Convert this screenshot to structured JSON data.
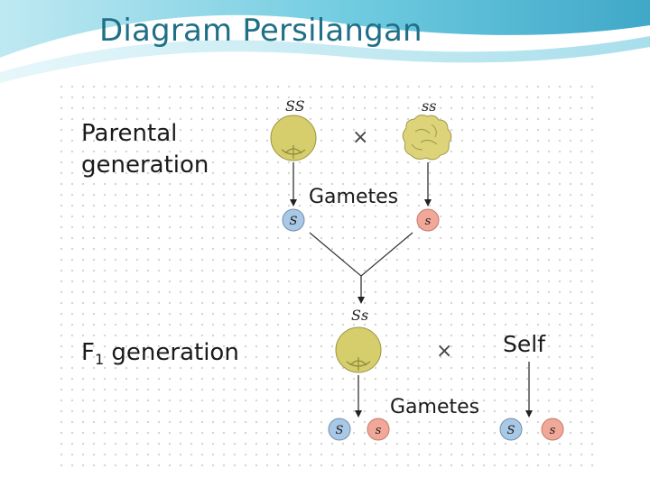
{
  "slide": {
    "title": "Diagram Persilangan"
  },
  "diagram": {
    "parental": {
      "label_line1": "Parental",
      "label_line2": "generation",
      "left_genotype": "SS",
      "right_genotype": "ss",
      "cross_symbol": "×",
      "gametes_label": "Gametes",
      "left_gamete": "S",
      "right_gamete": "s"
    },
    "f1": {
      "label_prefix": "F",
      "label_subscript": "1",
      "label_suffix": " generation",
      "genotype": "Ss",
      "cross_symbol": "×",
      "self_label": "Self",
      "gametes_label": "Gametes",
      "gametes_left": [
        "S",
        "s"
      ],
      "gametes_right": [
        "S",
        "s"
      ]
    },
    "colors": {
      "round_pea": "#d6cd6c",
      "wrinkled_pea": "#ddd47a",
      "dominant_gamete": "#a9c8e6",
      "recessive_gamete": "#f1a898",
      "title": "#1f6f86"
    }
  }
}
